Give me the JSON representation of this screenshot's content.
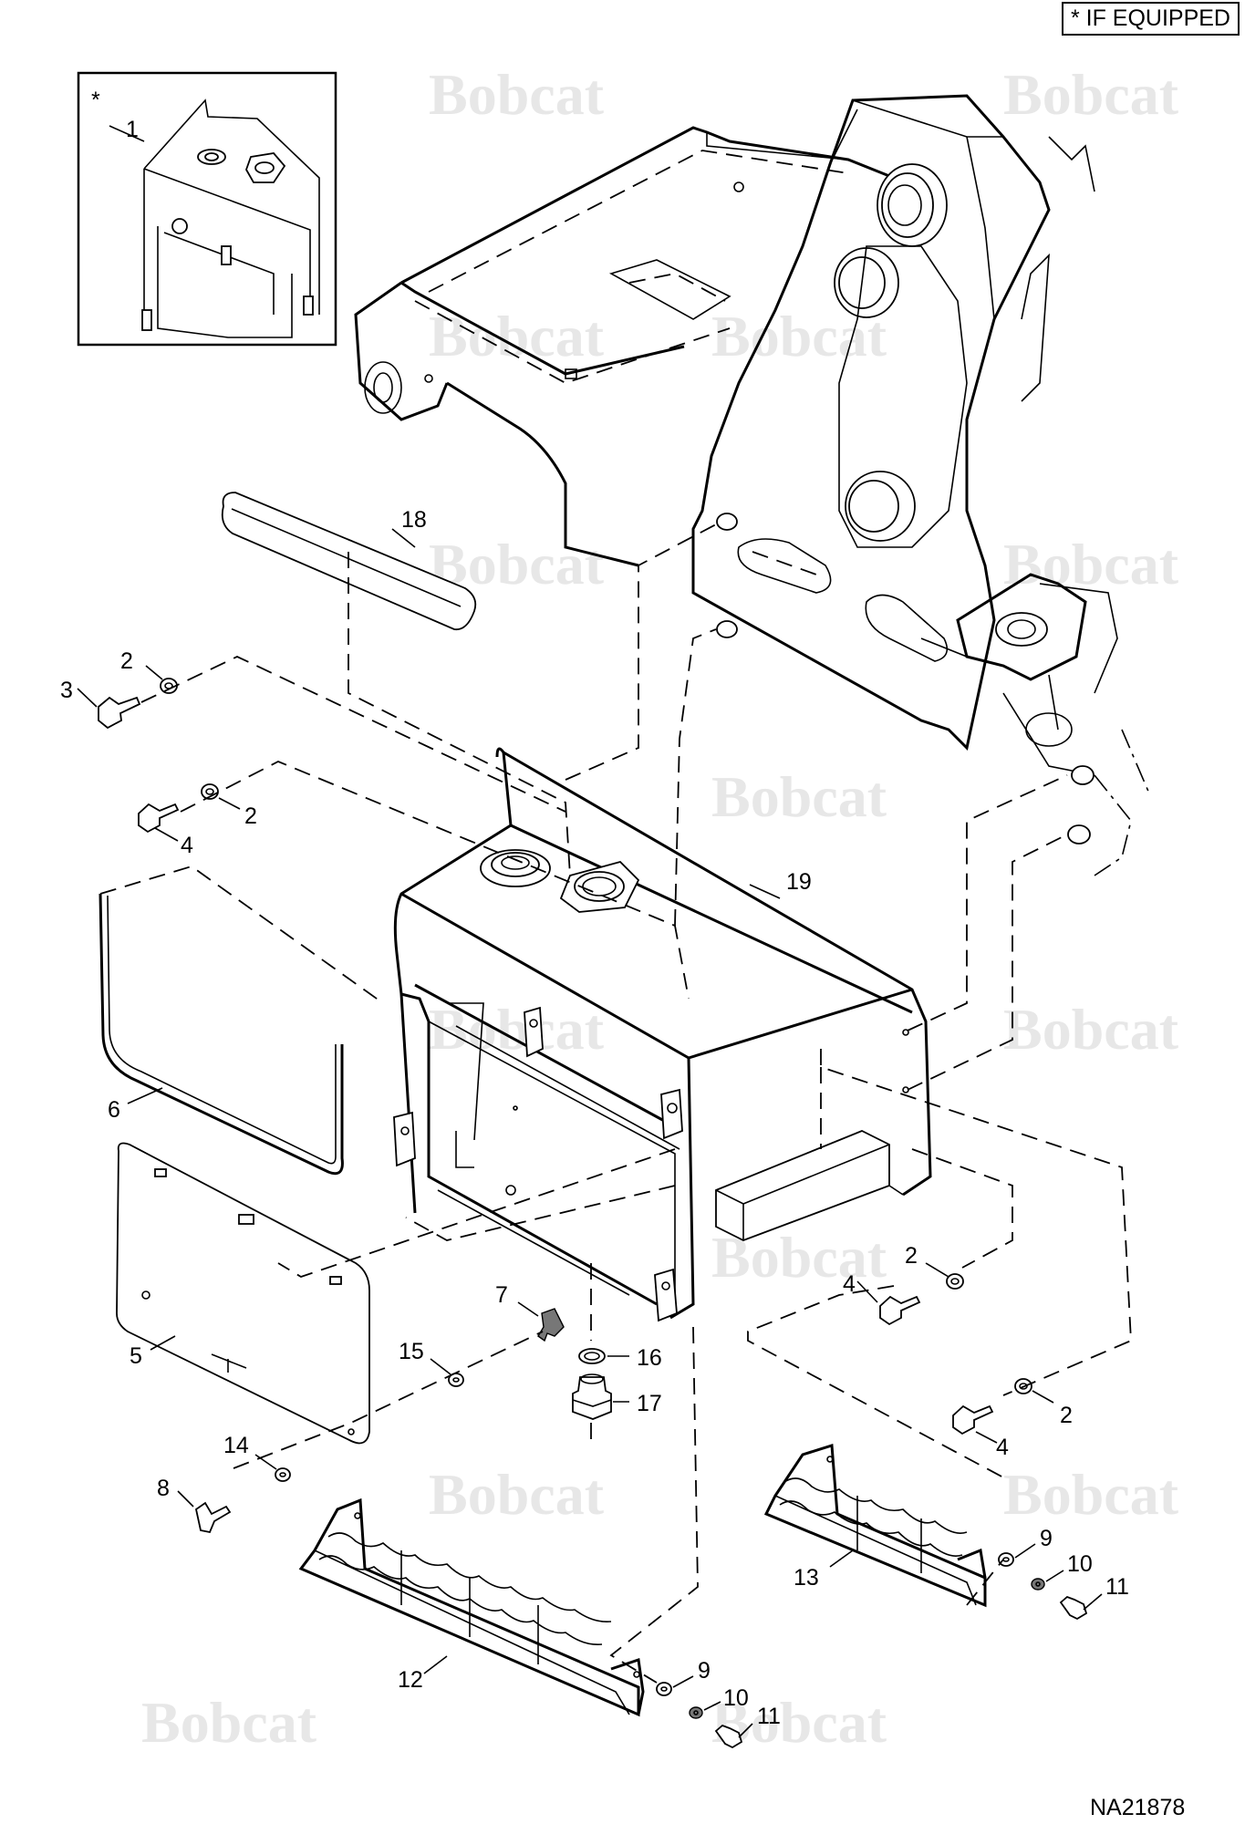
{
  "legend": {
    "text": "IF EQUIPPED",
    "symbol": "*"
  },
  "inset": {
    "marker": "*"
  },
  "drawing_number": "NA21878",
  "watermark_word": "Bobcat",
  "callouts": {
    "c1": "1",
    "c2a": "2",
    "c2b": "2",
    "c2c": "2",
    "c2d": "2",
    "c3": "3",
    "c4a": "4",
    "c4b": "4",
    "c4c": "4",
    "c5": "5",
    "c6": "6",
    "c7": "7",
    "c8": "8",
    "c9a": "9",
    "c9b": "9",
    "c10a": "10",
    "c10b": "10",
    "c11a": "11",
    "c11b": "11",
    "c12": "12",
    "c13": "13",
    "c14": "14",
    "c15": "15",
    "c16": "16",
    "c17": "17",
    "c18": "18",
    "c19": "19"
  }
}
